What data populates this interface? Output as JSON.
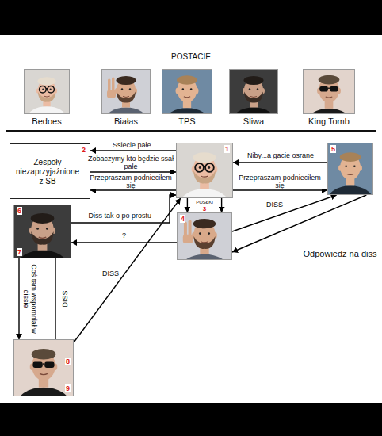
{
  "diagram": {
    "title": "POSTACIE",
    "nodes": [
      {
        "text": [
          "Bedoes"
        ]
      },
      {
        "text": [
          "Białas"
        ]
      },
      {
        "text": [
          "TPS"
        ]
      },
      {
        "text": [
          "Śliwa"
        ]
      },
      {
        "text": [
          "King Tomb"
        ]
      },
      {
        "text": [
          "Zespoły niezaprzyjaźnione z SB",
          "2"
        ]
      },
      {
        "text": [
          "1"
        ]
      },
      {
        "text": [
          "5"
        ]
      },
      {
        "text": [
          "6",
          "7"
        ]
      },
      {
        "text": [
          "4"
        ]
      },
      {
        "text": [
          "8",
          "9"
        ]
      }
    ],
    "edges": [
      {
        "from": 6,
        "to": 5,
        "arrow": "to",
        "label": "Ssiecie pałe"
      },
      {
        "from": 5,
        "to": 6,
        "arrow": "to",
        "label": "Zobaczymy kto będzie ssał pałe"
      },
      {
        "from": 6,
        "to": 5,
        "arrow": "to",
        "label": "Przepraszam podnieciłem się"
      },
      {
        "from": 7,
        "to": 6,
        "arrow": "to",
        "label": "Niby...a gacie osrane"
      },
      {
        "from": 6,
        "to": 7,
        "arrow": "to",
        "label": "Przepraszam podnieciłem się"
      },
      {
        "from": 8,
        "to": 6,
        "arrow": "to",
        "label": "Diss tak o po prostu"
      },
      {
        "from": 9,
        "to": 8,
        "arrow": "to",
        "label": "?"
      },
      {
        "from": 9,
        "to": 7,
        "arrow": "to",
        "label": "DISS"
      },
      {
        "from": 7,
        "to": 9,
        "arrow": "to",
        "label": "Odpowiedz na diss"
      },
      {
        "from": 6,
        "to": 9,
        "arrow": "to"
      },
      {
        "from": 6,
        "to": 9,
        "arrow": "to"
      },
      {
        "from": 8,
        "to": 10,
        "arrow": "to",
        "label": "Coś tam wspomniał w dissie"
      },
      {
        "from": 10,
        "to": 8,
        "arrow": "to",
        "label": "DISS"
      },
      {
        "from": 10,
        "to": 6,
        "arrow": "to",
        "label": "DISS"
      }
    ],
    "labels": [
      "POSŁKI",
      "3"
    ]
  }
}
